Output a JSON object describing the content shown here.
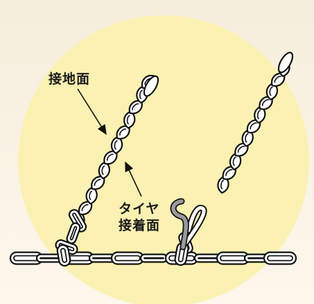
{
  "labels": {
    "contact_surface": "接地面",
    "tire_contact_surface_line1": "タイヤ",
    "tire_contact_surface_line2": "接着面"
  },
  "colors": {
    "background_top": "#f6eedc",
    "background_bottom": "#fdf7ec",
    "circle": "#fbf1b2",
    "chain_link_fill": "#ffffff",
    "chain_link_stroke": "#111111",
    "hook_gray": "#9a9a9a",
    "text": "#1a1a1a"
  }
}
